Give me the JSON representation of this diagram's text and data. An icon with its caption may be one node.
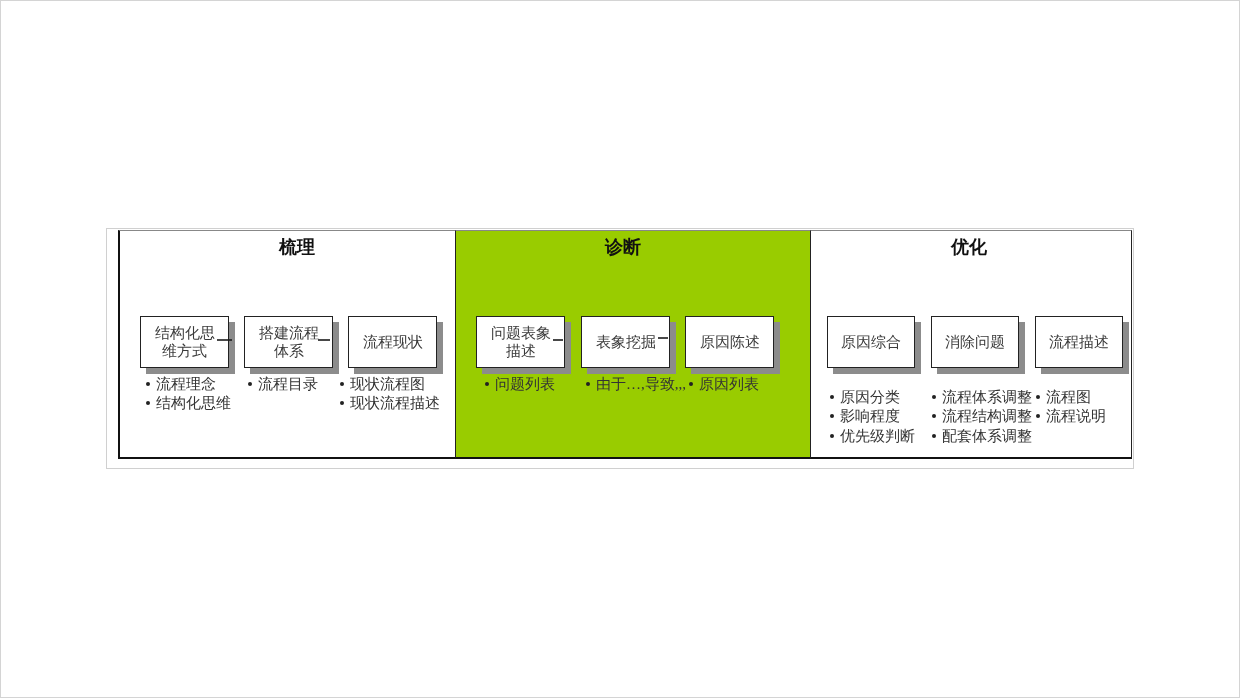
{
  "diagram": {
    "nodes": [
      {
        "text": [
          "梳理"
        ]
      },
      {
        "text": [
          "结构化思维方式"
        ],
        "in": 0,
        "beside": [
          "流程理念",
          "结构化思维"
        ]
      },
      {
        "text": [
          "搭建流程体系"
        ],
        "in": 0,
        "beside": [
          "流程目录"
        ]
      },
      {
        "text": [
          "流程现状"
        ],
        "in": 0,
        "beside": [
          "现状流程图",
          "现状流程描述"
        ]
      },
      {
        "text": [
          "诊断"
        ]
      },
      {
        "text": [
          "问题表象描述"
        ],
        "in": 4,
        "beside": [
          "问题列表"
        ]
      },
      {
        "text": [
          "表象挖掘"
        ],
        "in": 4,
        "beside": [
          "由于…,导致,,,"
        ]
      },
      {
        "text": [
          "原因陈述"
        ],
        "in": 4,
        "beside": [
          "原因列表"
        ]
      },
      {
        "text": [
          "优化"
        ]
      },
      {
        "text": [
          "原因综合"
        ],
        "in": 8,
        "beside": [
          "原因分类",
          "影响程度",
          "优先级判断"
        ]
      },
      {
        "text": [
          "消除问题"
        ],
        "in": 8,
        "beside": [
          "流程体系调整",
          "流程结构调整",
          "配套体系调整"
        ]
      },
      {
        "text": [
          "流程描述"
        ],
        "in": 8,
        "beside": [
          "流程图",
          "流程说明"
        ]
      }
    ]
  }
}
